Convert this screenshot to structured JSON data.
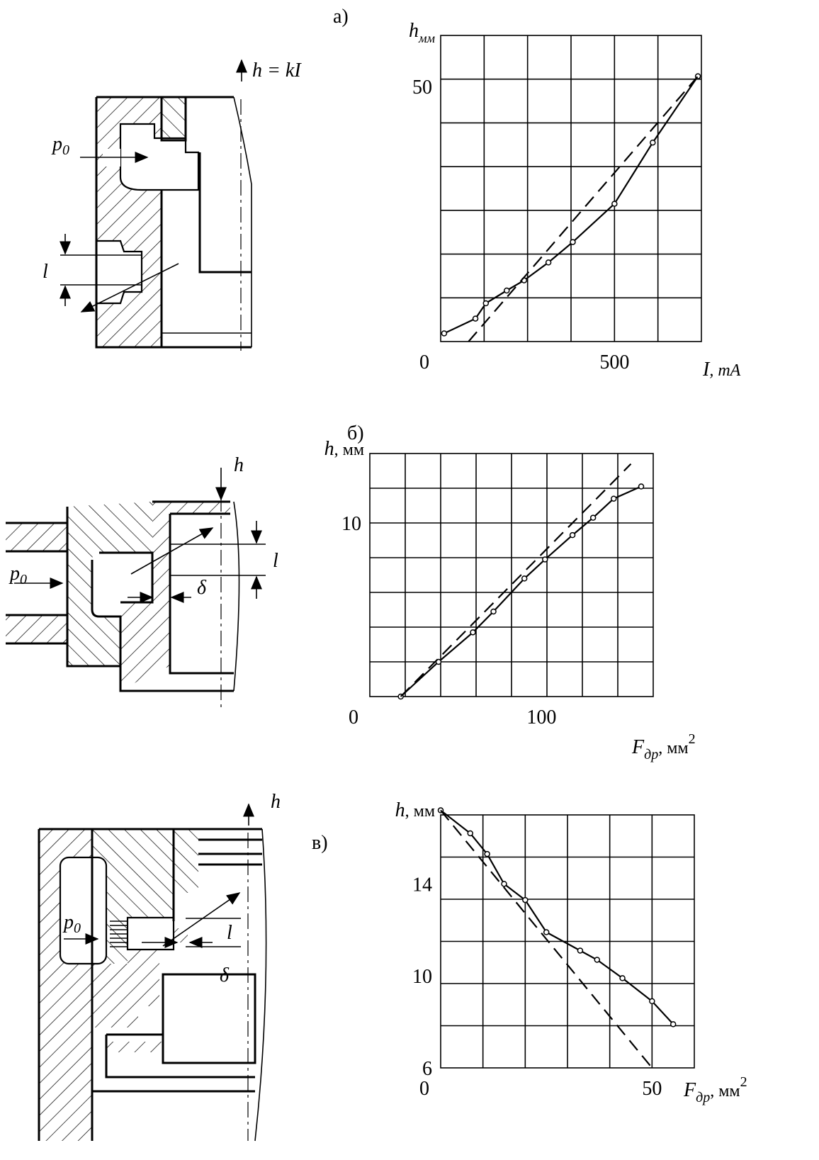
{
  "panels": {
    "a": {
      "label": "а)",
      "formula": "h = kI",
      "p0": "p",
      "p0_sub": "0",
      "l": "l"
    },
    "b": {
      "label": "б)",
      "h": "h",
      "p0": "p",
      "p0_sub": "0",
      "l": "l",
      "delta": "δ"
    },
    "c": {
      "label": "в)",
      "h": "h",
      "p0": "p",
      "p0_sub": "0",
      "l": "l",
      "delta": "δ"
    }
  },
  "chart_data": [
    {
      "type": "line",
      "ylabel_main": "h",
      "ylabel_sub": "мм",
      "xlabel_main": "I",
      "xlabel_unit": "mA",
      "origin_label": "0",
      "xticks": [
        {
          "v": 500,
          "label": "500"
        }
      ],
      "yticks": [
        {
          "v": 50,
          "label": "50"
        }
      ],
      "xlim": [
        0,
        750
      ],
      "ylim": [
        0,
        60
      ],
      "grid": true,
      "series": [
        {
          "style": "solid",
          "markers": true,
          "x": [
            10,
            100,
            130,
            190,
            240,
            310,
            380,
            500,
            610,
            740
          ],
          "y": [
            1.6,
            4.5,
            7.5,
            10.0,
            12.0,
            15.5,
            19.5,
            27.0,
            39.0,
            52.0
          ]
        },
        {
          "style": "dash",
          "markers": false,
          "x": [
            80,
            740
          ],
          "y": [
            0,
            52
          ]
        }
      ]
    },
    {
      "type": "line",
      "ylabel_main": "h",
      "ylabel_unit": ", мм",
      "xlabel_main": "F",
      "xlabel_sub": "др",
      "xlabel_unit": ", мм",
      "xlabel_sup": "2",
      "origin_label": "0",
      "xticks": [
        {
          "v": 100,
          "label": "100"
        }
      ],
      "yticks": [
        {
          "v": 10,
          "label": "10"
        }
      ],
      "xlim": [
        0,
        165
      ],
      "ylim": [
        0,
        14
      ],
      "grid": true,
      "series": [
        {
          "style": "solid",
          "markers": true,
          "x": [
            18,
            40,
            60,
            72,
            90,
            102,
            118,
            130,
            142,
            158
          ],
          "y": [
            0,
            2,
            3.7,
            4.9,
            6.8,
            7.9,
            9.3,
            10.3,
            11.4,
            12.1
          ]
        },
        {
          "style": "dash",
          "markers": false,
          "x": [
            18,
            152
          ],
          "y": [
            0,
            13.4
          ]
        }
      ]
    },
    {
      "type": "line",
      "ylabel_main": "h",
      "ylabel_unit": ", мм",
      "xlabel_main": "F",
      "xlabel_sub": "др",
      "xlabel_unit": ", мм",
      "xlabel_sup": "2",
      "origin_label": "0",
      "xticks": [
        {
          "v": 50,
          "label": "50"
        }
      ],
      "yticks": [
        {
          "v": 14,
          "label": "14"
        },
        {
          "v": 10,
          "label": "10"
        },
        {
          "v": 6,
          "label": "6"
        }
      ],
      "xlim": [
        0,
        60
      ],
      "ylim": [
        6,
        17
      ],
      "grid": true,
      "series": [
        {
          "style": "solid",
          "markers": true,
          "x": [
            0,
            7,
            11,
            15,
            20,
            25,
            33,
            37,
            43,
            50,
            55
          ],
          "y": [
            17.2,
            16.2,
            15.3,
            14.0,
            13.3,
            11.9,
            11.1,
            10.7,
            9.9,
            8.9,
            7.9
          ]
        },
        {
          "style": "dash",
          "markers": false,
          "x": [
            0,
            50
          ],
          "y": [
            17.2,
            6
          ]
        }
      ]
    }
  ]
}
